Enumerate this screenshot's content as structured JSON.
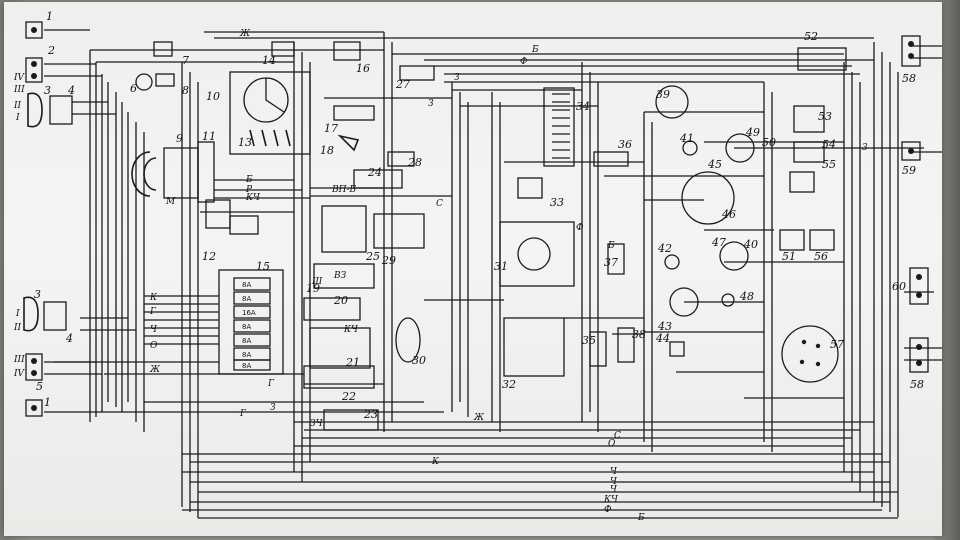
{
  "diagram": {
    "component_numbers": [
      {
        "id": "c1a",
        "text": "1"
      },
      {
        "id": "c2",
        "text": "2"
      },
      {
        "id": "c3a",
        "text": "3"
      },
      {
        "id": "c4a",
        "text": "4"
      },
      {
        "id": "c6",
        "text": "6"
      },
      {
        "id": "c7",
        "text": "7"
      },
      {
        "id": "c8",
        "text": "8"
      },
      {
        "id": "c9",
        "text": "9"
      },
      {
        "id": "c10",
        "text": "10"
      },
      {
        "id": "c11",
        "text": "11"
      },
      {
        "id": "c12",
        "text": "12"
      },
      {
        "id": "c13",
        "text": "13"
      },
      {
        "id": "c14",
        "text": "14"
      },
      {
        "id": "c15",
        "text": "15"
      },
      {
        "id": "c16",
        "text": "16"
      },
      {
        "id": "c17",
        "text": "17"
      },
      {
        "id": "c18",
        "text": "18"
      },
      {
        "id": "c19",
        "text": "19"
      },
      {
        "id": "c20",
        "text": "20"
      },
      {
        "id": "c21",
        "text": "21"
      },
      {
        "id": "c22",
        "text": "22"
      },
      {
        "id": "c23",
        "text": "23"
      },
      {
        "id": "c24",
        "text": "24"
      },
      {
        "id": "c25",
        "text": "25"
      },
      {
        "id": "c27",
        "text": "27"
      },
      {
        "id": "c28",
        "text": "28"
      },
      {
        "id": "c29",
        "text": "29"
      },
      {
        "id": "c30",
        "text": "30"
      },
      {
        "id": "c31",
        "text": "31"
      },
      {
        "id": "c32",
        "text": "32"
      },
      {
        "id": "c33",
        "text": "33"
      },
      {
        "id": "c34",
        "text": "34"
      },
      {
        "id": "c35",
        "text": "35"
      },
      {
        "id": "c36",
        "text": "36"
      },
      {
        "id": "c37",
        "text": "37"
      },
      {
        "id": "c38",
        "text": "38"
      },
      {
        "id": "c39",
        "text": "39"
      },
      {
        "id": "c40",
        "text": "40"
      },
      {
        "id": "c41",
        "text": "41"
      },
      {
        "id": "c42",
        "text": "42"
      },
      {
        "id": "c43",
        "text": "43"
      },
      {
        "id": "c44",
        "text": "44"
      },
      {
        "id": "c45",
        "text": "45"
      },
      {
        "id": "c46",
        "text": "46"
      },
      {
        "id": "c47",
        "text": "47"
      },
      {
        "id": "c48",
        "text": "48"
      },
      {
        "id": "c49",
        "text": "49"
      },
      {
        "id": "c50",
        "text": "50"
      },
      {
        "id": "c51",
        "text": "51"
      },
      {
        "id": "c52",
        "text": "52"
      },
      {
        "id": "c53",
        "text": "53"
      },
      {
        "id": "c54",
        "text": "54"
      },
      {
        "id": "c55",
        "text": "55"
      },
      {
        "id": "c56",
        "text": "56"
      },
      {
        "id": "c57",
        "text": "57"
      },
      {
        "id": "c58a",
        "text": "58"
      },
      {
        "id": "c58b",
        "text": "58"
      },
      {
        "id": "c59",
        "text": "59"
      },
      {
        "id": "c60",
        "text": "60"
      },
      {
        "id": "c1b",
        "text": "1"
      },
      {
        "id": "c3b",
        "text": "3"
      },
      {
        "id": "c4b",
        "text": "4"
      },
      {
        "id": "c5",
        "text": "5"
      }
    ],
    "roman_labels": [
      {
        "id": "r1",
        "text": "IV"
      },
      {
        "id": "r2",
        "text": "III"
      },
      {
        "id": "r3",
        "text": "II"
      },
      {
        "id": "r4",
        "text": "I"
      },
      {
        "id": "r5",
        "text": "I"
      },
      {
        "id": "r6",
        "text": "II"
      },
      {
        "id": "r7",
        "text": "III"
      },
      {
        "id": "r8",
        "text": "IV"
      }
    ],
    "wire_labels": [
      {
        "id": "w1",
        "text": "Ж"
      },
      {
        "id": "w2",
        "text": "Б"
      },
      {
        "id": "w3",
        "text": "Ф"
      },
      {
        "id": "w4",
        "text": "З"
      },
      {
        "id": "w5",
        "text": "З"
      },
      {
        "id": "w6",
        "text": "К"
      },
      {
        "id": "w7",
        "text": "Г"
      },
      {
        "id": "w8",
        "text": "Ч"
      },
      {
        "id": "w9",
        "text": "О"
      },
      {
        "id": "w10",
        "text": "Ж"
      },
      {
        "id": "w11",
        "text": "Г"
      },
      {
        "id": "w12",
        "text": "З"
      },
      {
        "id": "w13",
        "text": "С"
      },
      {
        "id": "w14",
        "text": "О"
      },
      {
        "id": "w15",
        "text": "К"
      },
      {
        "id": "w16",
        "text": "Ч"
      },
      {
        "id": "w17",
        "text": "Ч"
      },
      {
        "id": "w18",
        "text": "Ч"
      },
      {
        "id": "w19",
        "text": "КЧ"
      },
      {
        "id": "w20",
        "text": "Ф"
      },
      {
        "id": "w21",
        "text": "Б"
      },
      {
        "id": "w22",
        "text": "Б"
      },
      {
        "id": "w23",
        "text": "Р"
      },
      {
        "id": "w24",
        "text": "КЧ"
      },
      {
        "id": "w25",
        "text": "М"
      },
      {
        "id": "w26",
        "text": "ВЗ"
      },
      {
        "id": "w27",
        "text": "ВП-Б"
      },
      {
        "id": "w28",
        "text": "Ш"
      },
      {
        "id": "w29",
        "text": "КЧ"
      },
      {
        "id": "w30",
        "text": "ЗЧ"
      },
      {
        "id": "w31",
        "text": "Ж"
      },
      {
        "id": "w32",
        "text": "Ф"
      },
      {
        "id": "w33",
        "text": "С"
      },
      {
        "id": "w34",
        "text": "Б"
      },
      {
        "id": "w35",
        "text": "3"
      },
      {
        "id": "w36",
        "text": "Г"
      }
    ],
    "fuse_labels": [
      "8А",
      "8А",
      "16А",
      "8А",
      "8А",
      "8А",
      "8А"
    ]
  }
}
